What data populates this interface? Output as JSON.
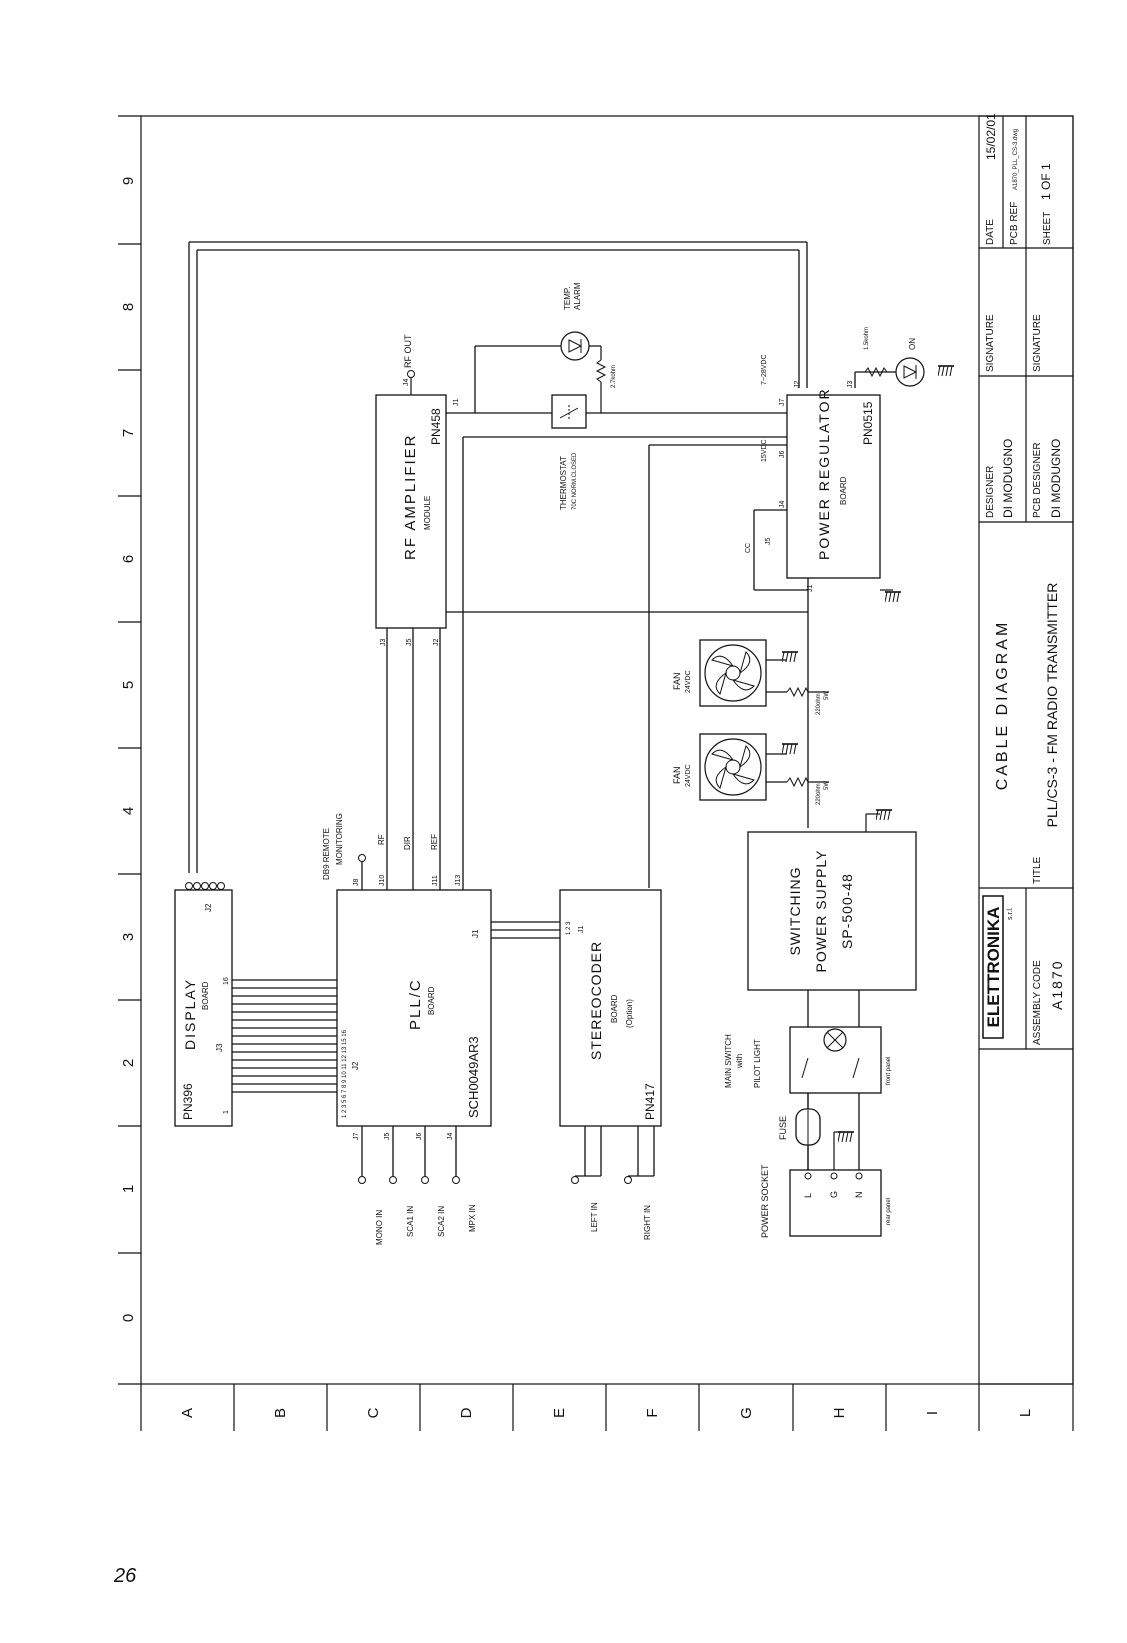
{
  "page_number": "26",
  "grid": {
    "col_labels": [
      "A",
      "B",
      "C",
      "D",
      "E",
      "F",
      "G",
      "H",
      "I",
      "L"
    ],
    "row_labels": [
      "0",
      "1",
      "2",
      "3",
      "4",
      "5",
      "6",
      "7",
      "8",
      "9"
    ]
  },
  "title_block": {
    "logo_text": "ELETTRONIKA",
    "logo_sub": "s.r.l.",
    "assembly_code_label": "ASSEMBLY CODE",
    "assembly_code": "A1870",
    "title_label": "TITLE",
    "title_line1": "CABLE DIAGRAM",
    "title_line2": "PLL/CS-3 - FM RADIO TRANSMITTER",
    "designer_label": "DESIGNER",
    "designer": "DI MODUGNO",
    "pcb_designer_label": "PCB DESIGNER",
    "pcb_designer": "DI MODUGNO",
    "signature_label": "SIGNATURE",
    "date_label": "DATE",
    "date": "15/02/01",
    "pcb_ref_label": "PCB REF",
    "pcb_ref": "A1870_PLL_CS-3.dwg",
    "sheet_label": "SHEET",
    "sheet": "1 OF 1"
  },
  "blocks": {
    "display": {
      "name": "DISPLAY",
      "sub": "BOARD",
      "code": "PN396",
      "j2": "J2",
      "j3": "J3",
      "pin1": "1",
      "pin16": "16"
    },
    "pll": {
      "name": "PLL/C",
      "sub": "BOARD",
      "code": "SCH0049AR3",
      "j1": "J1",
      "j2": "J2",
      "pins": "1 2 3 5 6 7 8 9 10 11 12 13 15 16"
    },
    "rf": {
      "name": "RF AMPLIFIER",
      "sub": "MODULE",
      "code": "PN458",
      "j1": "J1",
      "j2": "J2",
      "j3": "J3",
      "j4": "J4",
      "j5": "J5",
      "rf_out": "RF OUT"
    },
    "stereocoder": {
      "name": "STEREOCODER",
      "sub": "BOARD",
      "opt": "(Option)",
      "code": "PN417",
      "j1": "J1",
      "pins": "1 2 3"
    },
    "power_regulator": {
      "name": "POWER REGULATOR",
      "sub": "BOARD",
      "code": "PN0515",
      "j1": "J1",
      "j2": "J2",
      "j3": "J3",
      "j4": "J4",
      "j5": "J5",
      "j6": "J6",
      "j7": "J7"
    },
    "switching": {
      "line1": "SWITCHING",
      "line2": "POWER SUPPLY",
      "line3": "SP-500-48"
    }
  },
  "labels": {
    "db9": "DB9 REMOTE",
    "monitoring": "MONITORING",
    "rf": "RF",
    "dir": "DIR",
    "ref": "REF",
    "j8": "J8",
    "j10": "J10",
    "j11": "J11",
    "j13": "J13",
    "j7": "J7",
    "j5": "J5",
    "j6": "J6",
    "j4": "J4",
    "mono_in": "MONO IN",
    "sca1_in": "SCA1 IN",
    "sca2_in": "SCA2 IN",
    "mpx_in": "MPX IN",
    "left_in": "LEFT IN",
    "right_in": "RIGHT IN",
    "temp_alarm1": "TEMP.",
    "temp_alarm2": "ALARM",
    "r_27k": "2.7kohm",
    "thermostat1": "THERMOSTAT",
    "thermostat2": "70C NORM.CLOSED",
    "v_7_28": "7~28VDC",
    "v_15": "15VDC",
    "cc": "CC",
    "r_15k": "1.5kohm",
    "led_on": "ON",
    "fan": "FAN",
    "fan_v": "24VDC",
    "r_220": "220ohm",
    "r_5w": "5W",
    "main_switch1": "MAIN SWITCH",
    "main_switch2": "with",
    "main_switch3": "PILOT LIGHT",
    "front_panel": "front panel",
    "fuse": "FUSE",
    "power_socket": "POWER SOCKET",
    "rear_panel": "rear panel",
    "L": "L",
    "G": "G",
    "N": "N"
  }
}
